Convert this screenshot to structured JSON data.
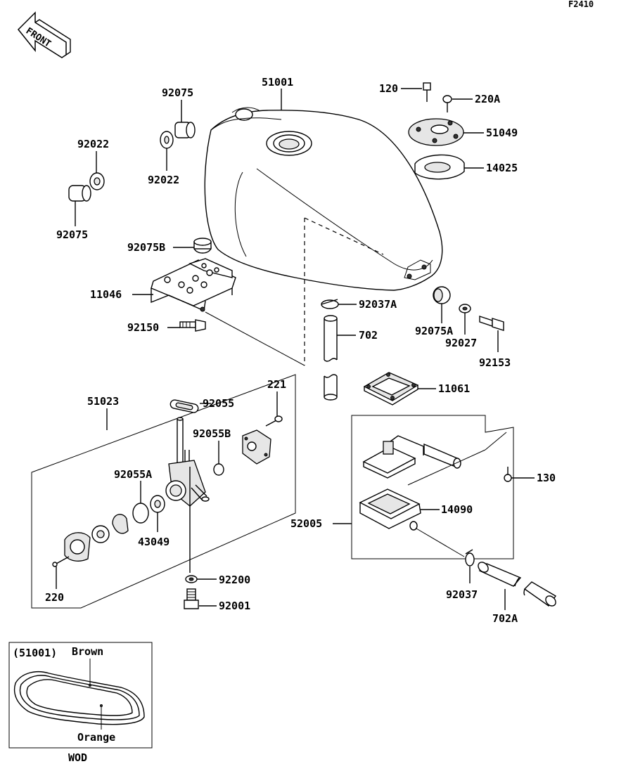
{
  "figure_code": "F2410",
  "front_arrow": "FRONT",
  "parts": {
    "p51001": "51001",
    "p92075_top": "92075",
    "p92022_top": "92022",
    "p92022_left": "92022",
    "p92075_left": "92075",
    "p92075B": "92075B",
    "p11046": "11046",
    "p92150": "92150",
    "p120": "120",
    "p220A": "220A",
    "p51049": "51049",
    "p14025": "14025",
    "p92037A": "92037A",
    "p702": "702",
    "p92075A": "92075A",
    "p92027": "92027",
    "p92153": "92153",
    "p11061": "11061",
    "p51023": "51023",
    "p92055": "92055",
    "p221": "221",
    "p92055B": "92055B",
    "p92055A": "92055A",
    "p43049": "43049",
    "p220": "220",
    "p92200": "92200",
    "p92001": "92001",
    "p130": "130",
    "p14090": "14090",
    "p52005": "52005",
    "p92037": "92037",
    "p702A": "702A"
  },
  "color_box": {
    "ref": "(51001)",
    "brown": "Brown",
    "orange": "Orange",
    "caption": "WOD"
  }
}
